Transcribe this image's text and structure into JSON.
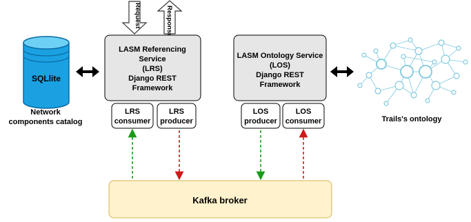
{
  "arrows": {
    "request": "Request",
    "response": "Response"
  },
  "database": {
    "label": "SQLlite",
    "caption_line1": "Network",
    "caption_line2": "components catalog"
  },
  "lrs": {
    "line1": "LASM Referencing",
    "line2": "Service",
    "line3": "(LRS)",
    "line4": "Django REST",
    "line5": "Framework"
  },
  "los": {
    "line1": "LASM Ontology Service",
    "line2": "(LOS)",
    "line3": "Django REST",
    "line4": "Framework"
  },
  "lrs_consumer": {
    "line1": "LRS",
    "line2": "consumer"
  },
  "lrs_producer": {
    "line1": "LRS",
    "line2": "producer"
  },
  "los_producer": {
    "line1": "LOS",
    "line2": "producer"
  },
  "los_consumer": {
    "line1": "LOS",
    "line2": "consumer"
  },
  "broker": {
    "label": "Kafka broker"
  },
  "ontology": {
    "caption": "Trails's ontology"
  },
  "colors": {
    "service_fill": "#e6e6e6",
    "broker_fill": "#fff2cc",
    "broker_stroke": "#d6b656",
    "db_fill": "#1ba1e2",
    "db_top": "#6fd0f6",
    "green_arrow": "#1a9b1a",
    "red_arrow": "#cc1a1a",
    "graph_color": "#7ec8df"
  }
}
